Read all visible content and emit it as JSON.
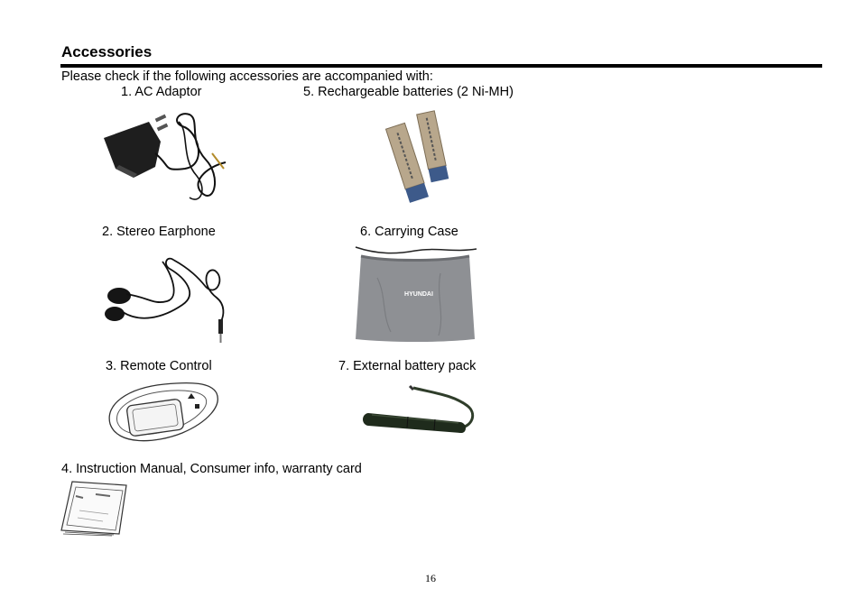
{
  "page": {
    "title": "Accessories",
    "intro": "Please check if the following accessories are accompanied with:",
    "page_number": "16"
  },
  "items": [
    {
      "label": "1. AC Adaptor",
      "icon": "ac-adaptor-icon"
    },
    {
      "label": "5. Rechargeable batteries (2 Ni-MH)",
      "icon": "batteries-icon"
    },
    {
      "label": "2. Stereo Earphone",
      "icon": "earphone-icon"
    },
    {
      "label": "6. Carrying Case",
      "icon": "carrying-case-icon",
      "brand": "HYUNDAI"
    },
    {
      "label": "3. Remote Control",
      "icon": "remote-control-icon"
    },
    {
      "label": "7. External battery pack",
      "icon": "battery-pack-icon"
    },
    {
      "label": "4. Instruction Manual, Consumer info, warranty card",
      "icon": "manual-icon"
    }
  ]
}
